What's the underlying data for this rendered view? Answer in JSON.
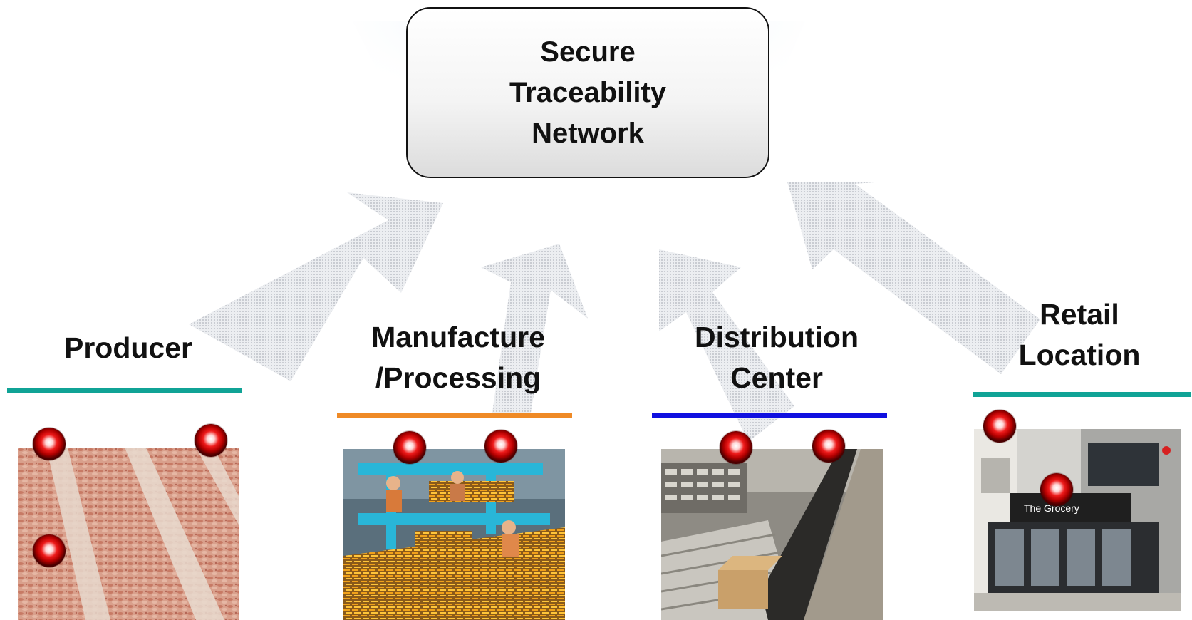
{
  "hub": {
    "label": "Secure\nTraceability\nNetwork"
  },
  "stages": [
    {
      "id": "producer",
      "label": "Producer",
      "bar_color": "#10a396",
      "photo": "shrimp-on-conveyor"
    },
    {
      "id": "manufacture",
      "label": "Manufacture\n/Processing",
      "bar_color": "#ef8a26",
      "photo": "food-processing-line"
    },
    {
      "id": "distribution",
      "label": "Distribution\nCenter",
      "bar_color": "#1010e0",
      "photo": "warehouse-conveyor"
    },
    {
      "id": "retail",
      "label": "Retail\nLocation",
      "bar_color": "#10a396",
      "photo": "grocery-storefront"
    }
  ],
  "colors": {
    "arrow_fill": "#dfe1e6",
    "marker": "#e01818",
    "hub_border": "#111111"
  },
  "store_sign": "The Grocery",
  "icons": [
    "red-marker-dot-icon",
    "upward-arrow-icon"
  ]
}
